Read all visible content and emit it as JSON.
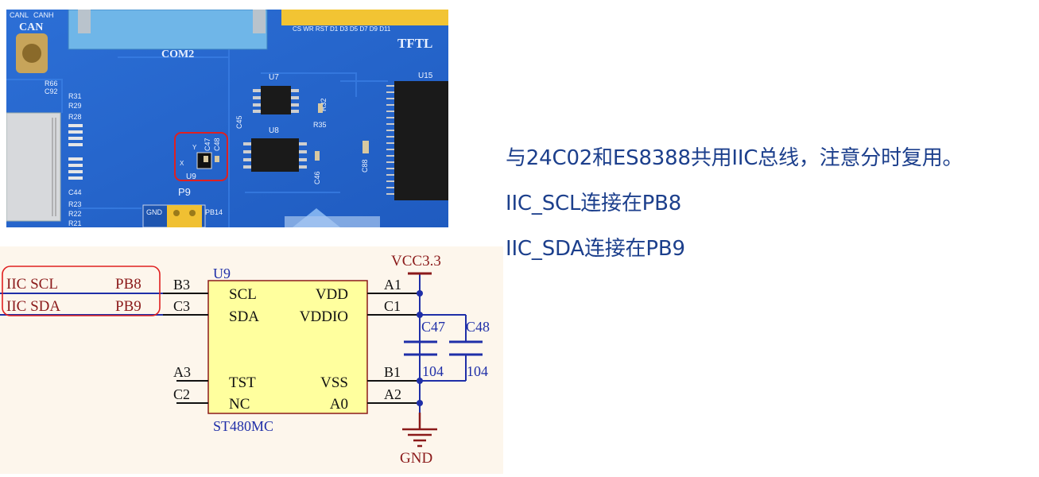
{
  "board_photo": {
    "labels": {
      "canl": "CANL",
      "canh": "CANH",
      "can": "CAN",
      "com2": "COM2",
      "lcd_pins": "CS  WR  RST  D1  D3  D5  D7  D9  D11",
      "tftlcd": "TFTL",
      "u15": "U15",
      "u7": "U7",
      "u8": "U8",
      "c45": "C45",
      "c46": "C46",
      "c88": "C88",
      "r32": "R32",
      "r35": "R35",
      "r66": "R66",
      "c92": "C92",
      "r31": "R31",
      "r29": "R29",
      "r28": "R28",
      "c44": "C44",
      "r23": "R23",
      "r22": "R22",
      "r21": "R21",
      "u9": "U9",
      "c47": "C47",
      "c48": "C48",
      "axis_x": "X",
      "axis_y": "Y",
      "p9": "P9",
      "gnd": "GND",
      "pb14": "PB14"
    }
  },
  "schematic": {
    "chip": {
      "ref": "U9",
      "part": "ST480MC",
      "pins_left": [
        {
          "num": "B3",
          "name": "SCL"
        },
        {
          "num": "C3",
          "name": "SDA"
        },
        {
          "num": "A3",
          "name": "TST"
        },
        {
          "num": "C2",
          "name": "NC"
        }
      ],
      "pins_right": [
        {
          "num": "A1",
          "name": "VDD"
        },
        {
          "num": "C1",
          "name": "VDDIO"
        },
        {
          "num": "B1",
          "name": "VSS"
        },
        {
          "num": "A2",
          "name": "A0"
        }
      ]
    },
    "nets": {
      "scl_left": "IIC  SCL",
      "scl_right": "PB8",
      "sda_left": "IIC  SDA",
      "sda_right": "PB9",
      "vcc": "VCC3.3",
      "gnd": "GND"
    },
    "caps": [
      {
        "ref": "C47",
        "value": "104"
      },
      {
        "ref": "C48",
        "value": "104"
      }
    ]
  },
  "notes": {
    "line1": "与24C02和ES8388共用IIC总线，注意分时复用。",
    "line2": "IIC_SCL连接在PB8",
    "line3": "IIC_SDA连接在PB9"
  }
}
